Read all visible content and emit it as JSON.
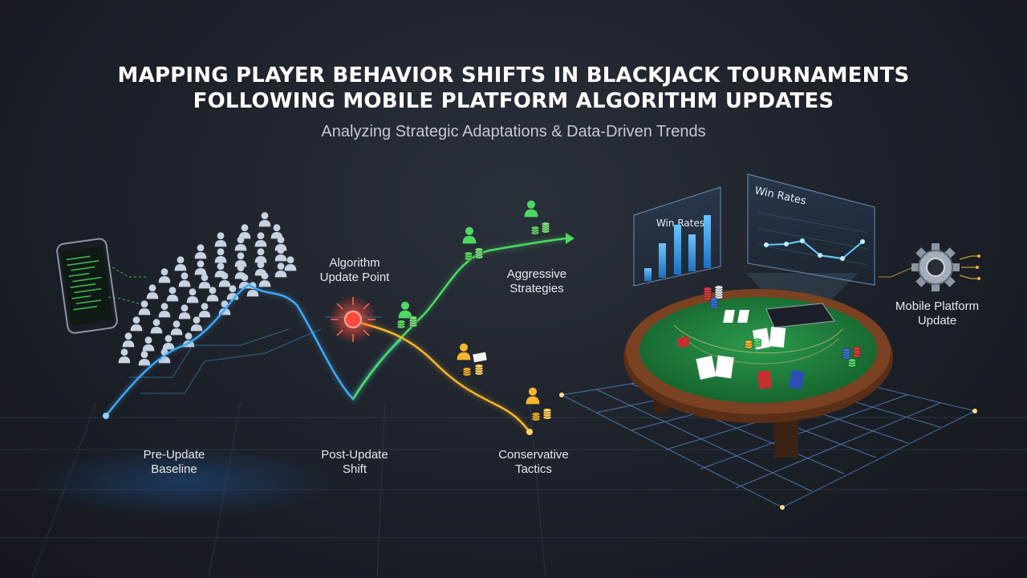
{
  "header": {
    "title_line1": "MAPPING PLAYER BEHAVIOR SHIFTS IN BLACKJACK TOURNAMENTS",
    "title_line2": "FOLLOWING MOBILE PLATFORM ALGORITHM UPDATES",
    "subtitle": "Analyzing Strategic Adaptations & Data-Driven Trends"
  },
  "labels": {
    "algorithm_update_line1": "Algorithm",
    "algorithm_update_line2": "Update Point",
    "aggressive_line1": "Aggressive",
    "aggressive_line2": "Strategies",
    "pre_update_line1": "Pre-Update",
    "pre_update_line2": "Baseline",
    "post_update_line1": "Post-Update",
    "post_update_line2": "Shift",
    "conservative_line1": "Conservative",
    "conservative_line2": "Tactics",
    "mobile_update_line1": "Mobile Platform",
    "mobile_update_line2": "Update"
  },
  "panels": {
    "bar_panel_title": "Win Rates",
    "line_panel_title": "Win Rates"
  },
  "colors": {
    "baseline_line": "#3fa9f5",
    "aggressive_line": "#4cd964",
    "conservative_line": "#f5b72c",
    "update_point": "#ff4a3d",
    "table_felt": "#1f7a3c",
    "table_rim": "#6b3a1f"
  },
  "icons": {
    "phone": "smartphone-icon",
    "gear": "gear-icon",
    "player": "person-icon",
    "chips": "chip-stack-icon"
  }
}
